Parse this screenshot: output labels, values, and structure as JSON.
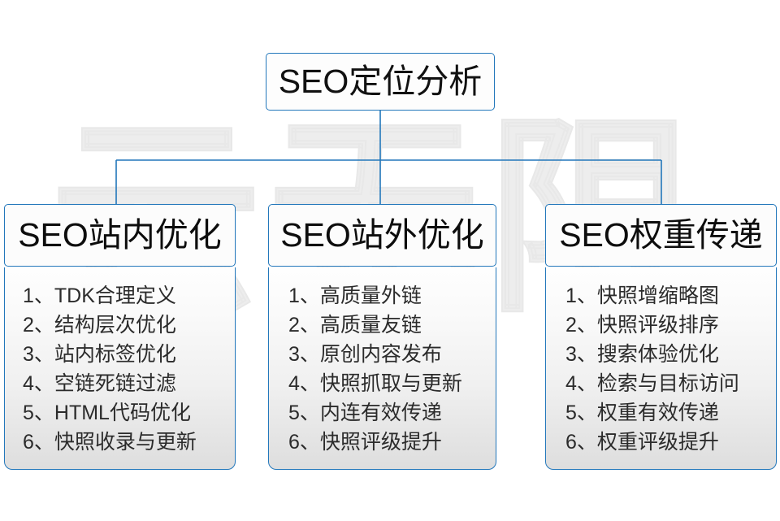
{
  "diagram": {
    "title": "SEO定位分析",
    "watermark": "云无限",
    "accent_color": "#2277bb",
    "text_color": "#111111",
    "background_color": "#ffffff",
    "root": {
      "label": "SEO定位分析"
    },
    "columns": [
      {
        "header": "SEO站内优化",
        "items": [
          {
            "index": "1、",
            "text": "TDK合理定义"
          },
          {
            "index": "2、",
            "text": "结构层次优化"
          },
          {
            "index": "3、",
            "text": "站内标签优化"
          },
          {
            "index": "4、",
            "text": "空链死链过滤"
          },
          {
            "index": "5、",
            "text": "HTML代码优化"
          },
          {
            "index": "6、",
            "text": "快照收录与更新"
          }
        ]
      },
      {
        "header": "SEO站外优化",
        "items": [
          {
            "index": "1、",
            "text": "高质量外链"
          },
          {
            "index": "2、",
            "text": "高质量友链"
          },
          {
            "index": "3、",
            "text": "原创内容发布"
          },
          {
            "index": "4、",
            "text": "快照抓取与更新"
          },
          {
            "index": "5、",
            "text": "内连有效传递"
          },
          {
            "index": "6、",
            "text": "快照评级提升"
          }
        ]
      },
      {
        "header": "SEO权重传递",
        "items": [
          {
            "index": "1、",
            "text": "快照增缩略图"
          },
          {
            "index": "2、",
            "text": "快照评级排序"
          },
          {
            "index": "3、",
            "text": "搜索体验优化"
          },
          {
            "index": "4、",
            "text": "检索与目标访问"
          },
          {
            "index": "5、",
            "text": "权重有效传递"
          },
          {
            "index": "6、",
            "text": "权重评级提升"
          }
        ]
      }
    ]
  }
}
